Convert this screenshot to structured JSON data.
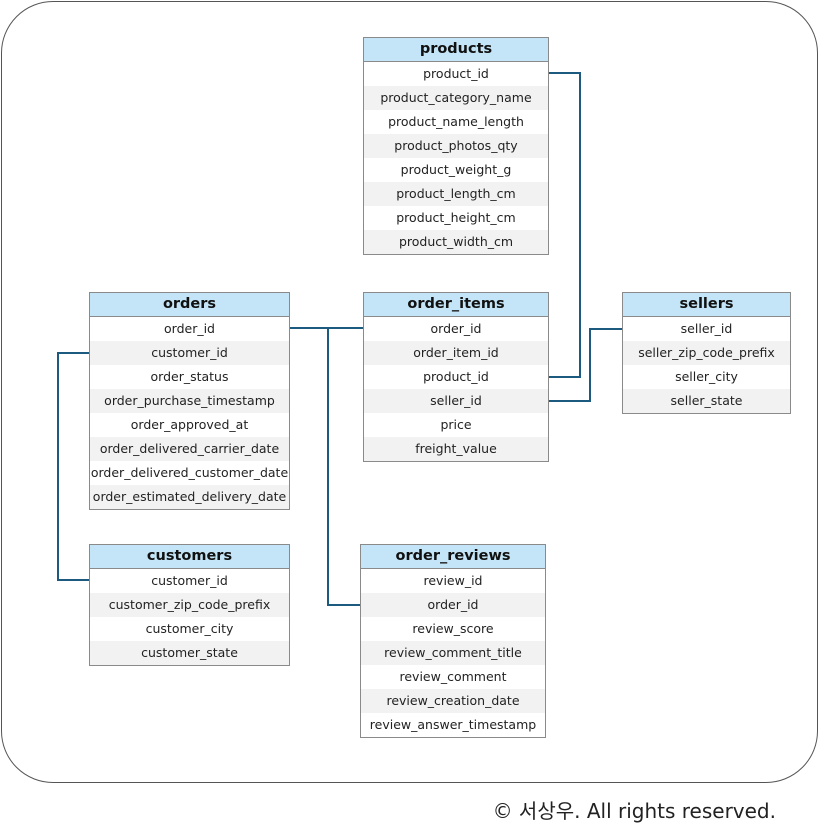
{
  "colors": {
    "header": "#c3e5f7",
    "connector": "#1d5a80"
  },
  "entities": {
    "products": {
      "title": "products",
      "fields": [
        "product_id",
        "product_category_name",
        "product_name_length",
        "product_photos_qty",
        "product_weight_g",
        "product_length_cm",
        "product_height_cm",
        "product_width_cm"
      ]
    },
    "orders": {
      "title": "orders",
      "fields": [
        "order_id",
        "customer_id",
        "order_status",
        "order_purchase_timestamp",
        "order_approved_at",
        "order_delivered_carrier_date",
        "order_delivered_customer_date",
        "order_estimated_delivery_date"
      ]
    },
    "order_items": {
      "title": "order_items",
      "fields": [
        "order_id",
        "order_item_id",
        "product_id",
        "seller_id",
        "price",
        "freight_value"
      ]
    },
    "sellers": {
      "title": "sellers",
      "fields": [
        "seller_id",
        "seller_zip_code_prefix",
        "seller_city",
        "seller_state"
      ]
    },
    "customers": {
      "title": "customers",
      "fields": [
        "customer_id",
        "customer_zip_code_prefix",
        "customer_city",
        "customer_state"
      ]
    },
    "order_reviews": {
      "title": "order_reviews",
      "fields": [
        "review_id",
        "order_id",
        "review_score",
        "review_comment_title",
        "review_comment",
        "review_creation_date",
        "review_answer_timestamp"
      ]
    }
  },
  "footer": {
    "copyright": "© 서상우. All rights reserved."
  }
}
